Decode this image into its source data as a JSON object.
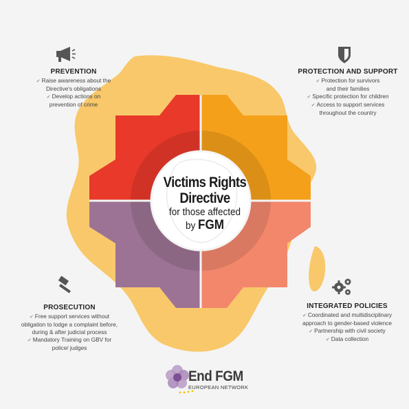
{
  "center": {
    "line1": "Victims Rights",
    "line2": "Directive",
    "line3": "for those affected",
    "line4_prefix": "by",
    "line4_bold": "FGM"
  },
  "quadrants": {
    "prevention": {
      "title": "PREVENTION",
      "items": [
        "Raise awareness about the",
        "Directive's obligations",
        "Develop actions on",
        "prevention of crime"
      ]
    },
    "protection": {
      "title": "PROTECTION AND SUPPORT",
      "items": [
        "Protection for survivors",
        "and their families",
        "Specific protection for children",
        "Access to support services",
        "throughout the country"
      ]
    },
    "prosecution": {
      "title": "PROSECUTION",
      "items": [
        "Free support services without",
        "obligation to lodge a complaint before,",
        "during & after judicial process",
        "Mandatory Training on GBV for",
        "police/ judges"
      ]
    },
    "integrated": {
      "title": "INTEGRATED POLICIES",
      "items": [
        "Coordinated and multidisciplinary",
        "approach to gender-based violence",
        "Partnership with civil society",
        "Data collection"
      ]
    }
  },
  "logo": {
    "main": "End FGM",
    "sub": "EUROPEAN NETWORK"
  },
  "icons": {
    "prevention": "megaphone-icon",
    "protection": "shield-icon",
    "prosecution": "gavel-icon",
    "integrated": "gears-icon",
    "logo": "flower-logo-icon"
  },
  "colors": {
    "background": "#f4f4f4",
    "map": "#f9c86a",
    "red": "#e8392a",
    "orange": "#f5a01a",
    "salmon": "#f2876c",
    "purple": "#9c7394"
  }
}
